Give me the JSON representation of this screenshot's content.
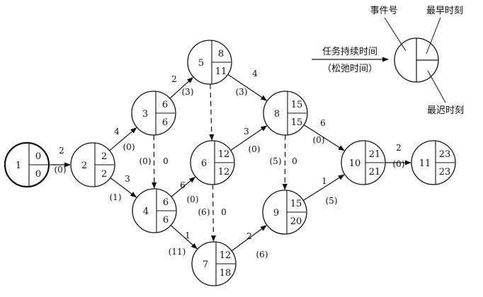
{
  "diagram": {
    "nodes": [
      {
        "id": "1",
        "event": "1",
        "earliest": "0",
        "latest": "0"
      },
      {
        "id": "2",
        "event": "2",
        "earliest": "2",
        "latest": "2"
      },
      {
        "id": "3",
        "event": "3",
        "earliest": "6",
        "latest": "6"
      },
      {
        "id": "4",
        "event": "4",
        "earliest": "6",
        "latest": "6"
      },
      {
        "id": "5",
        "event": "5",
        "earliest": "8",
        "latest": "11"
      },
      {
        "id": "6",
        "event": "6",
        "earliest": "12",
        "latest": "12"
      },
      {
        "id": "7",
        "event": "7",
        "earliest": "12",
        "latest": "18"
      },
      {
        "id": "8",
        "event": "8",
        "earliest": "15",
        "latest": "15"
      },
      {
        "id": "9",
        "event": "9",
        "earliest": "15",
        "latest": "20"
      },
      {
        "id": "10",
        "event": "10",
        "earliest": "21",
        "latest": "21"
      },
      {
        "id": "11",
        "event": "11",
        "earliest": "23",
        "latest": "23"
      }
    ],
    "edges": [
      {
        "from": "1",
        "to": "2",
        "duration": "2",
        "slack": "(0)",
        "dashed": false
      },
      {
        "from": "2",
        "to": "3",
        "duration": "4",
        "slack": "(0)",
        "dashed": false
      },
      {
        "from": "2",
        "to": "4",
        "duration": "3",
        "slack": "(1)",
        "dashed": false
      },
      {
        "from": "3",
        "to": "5",
        "duration": "2",
        "slack": "(3)",
        "dashed": false
      },
      {
        "from": "3",
        "to": "4",
        "duration": "0",
        "slack": "(0)",
        "dashed": true
      },
      {
        "from": "4",
        "to": "6",
        "duration": "6",
        "slack": "(0)",
        "dashed": false
      },
      {
        "from": "4",
        "to": "7",
        "duration": "1",
        "slack": "(11)",
        "dashed": false
      },
      {
        "from": "5",
        "to": "8",
        "duration": "4",
        "slack": "(3)",
        "dashed": false
      },
      {
        "from": "5",
        "to": "6",
        "duration": "",
        "slack": "",
        "dashed": true
      },
      {
        "from": "6",
        "to": "8",
        "duration": "3",
        "slack": "(0)",
        "dashed": false
      },
      {
        "from": "6",
        "to": "7",
        "duration": "0",
        "slack": "(6)",
        "dashed": true
      },
      {
        "from": "7",
        "to": "9",
        "duration": "2",
        "slack": "(6)",
        "dashed": false
      },
      {
        "from": "8",
        "to": "10",
        "duration": "6",
        "slack": "(0)",
        "dashed": false
      },
      {
        "from": "8",
        "to": "9",
        "duration": "0",
        "slack": "(5)",
        "dashed": true
      },
      {
        "from": "9",
        "to": "10",
        "duration": "1",
        "slack": "(5)",
        "dashed": false
      },
      {
        "from": "10",
        "to": "11",
        "duration": "2",
        "slack": "(0)",
        "dashed": false
      }
    ],
    "legend": {
      "event_label": "事件号",
      "earliest_label": "最早时刻",
      "latest_label": "最迟时刻",
      "task_duration_label": "任务持续时间",
      "slack_label": "（松弛时间）"
    }
  }
}
